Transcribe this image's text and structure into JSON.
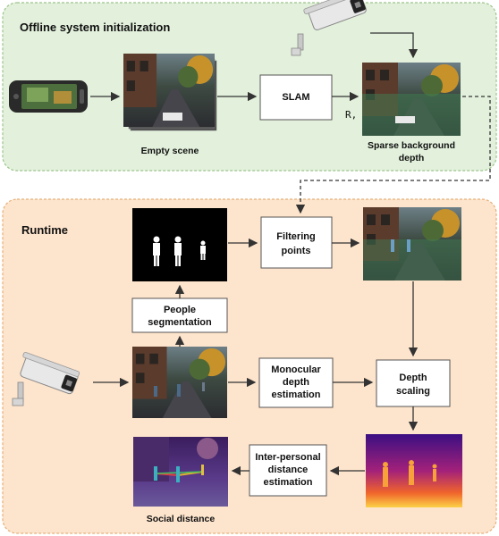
{
  "panels": {
    "offline_title": "Offline system initialization",
    "runtime_title": "Runtime"
  },
  "nodes": {
    "slam": [
      "SLAM"
    ],
    "filtering": [
      "Filtering",
      "points"
    ],
    "people_seg": [
      "People",
      "segmentation"
    ],
    "mono_depth": [
      "Monocular",
      "depth",
      "estimation"
    ],
    "depth_scaling": [
      "Depth",
      "scaling"
    ],
    "inter_personal": [
      "Inter-personal",
      "distance",
      "estimation"
    ]
  },
  "captions": {
    "empty_scene": [
      "Empty scene"
    ],
    "sparse_depth": [
      "Sparse background",
      "depth"
    ],
    "social_distance": [
      "Social distance"
    ]
  },
  "edge_labels": {
    "rt": "R, T"
  },
  "icons": {
    "offline_camera": "security-camera-icon",
    "runtime_camera": "security-camera-icon",
    "phone": "smartphone-icon"
  },
  "colors": {
    "offline_bg": "#e3f1dc",
    "offline_border": "#9cc48c",
    "runtime_bg": "#fde4cc",
    "runtime_border": "#e6b07a"
  }
}
